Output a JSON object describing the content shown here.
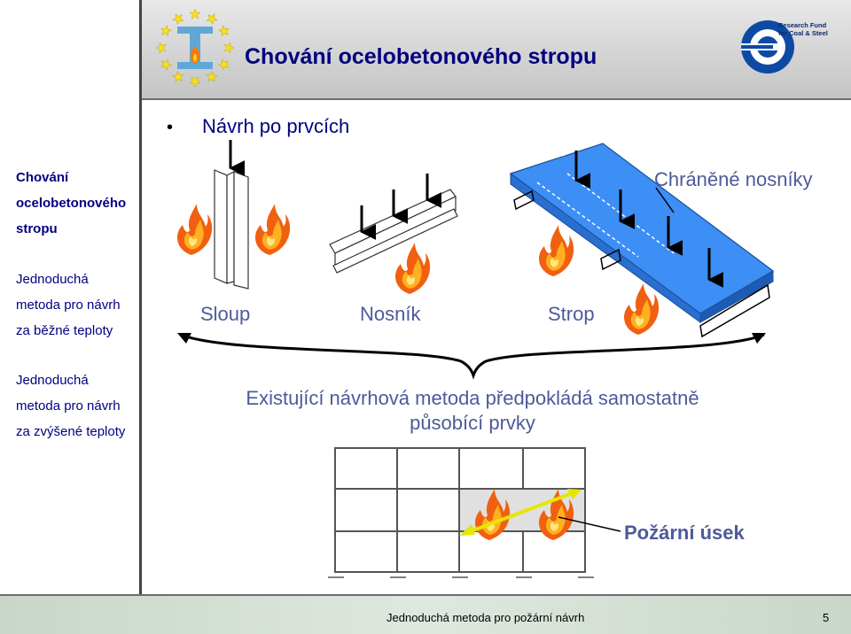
{
  "header": {
    "title": "Chování ocelobetonového stropu"
  },
  "logo_right": {
    "line1": "Research Fund",
    "line2": "for Coal & Steel"
  },
  "sidebar": {
    "items": [
      {
        "label_lines": [
          "Chování",
          "ocelobetonového",
          "stropu"
        ]
      },
      {
        "label_lines": [
          "Jednoduchá",
          "metoda pro návrh",
          "za běžné teploty"
        ]
      },
      {
        "label_lines": [
          "Jednoduchá",
          "metoda pro návrh",
          "za zvýšené teploty"
        ]
      }
    ]
  },
  "main": {
    "heading": "Návrh po prvcích",
    "labels": {
      "column": "Sloup",
      "beam": "Nosník",
      "slab": "Strop",
      "protected_beams": "Chráněné nosníky",
      "fire_compartment": "Požární úsek"
    },
    "statement_lines": [
      "Existující návrhová metoda předpokládá samostatně",
      "působící prvky"
    ]
  },
  "footer": {
    "text": "Jednoduchá metoda pro požární návrh",
    "page": "5"
  },
  "colors": {
    "title": "#000080",
    "slab": "#3d8ef5",
    "flame": "#f06010",
    "accent": "#e6e600"
  }
}
